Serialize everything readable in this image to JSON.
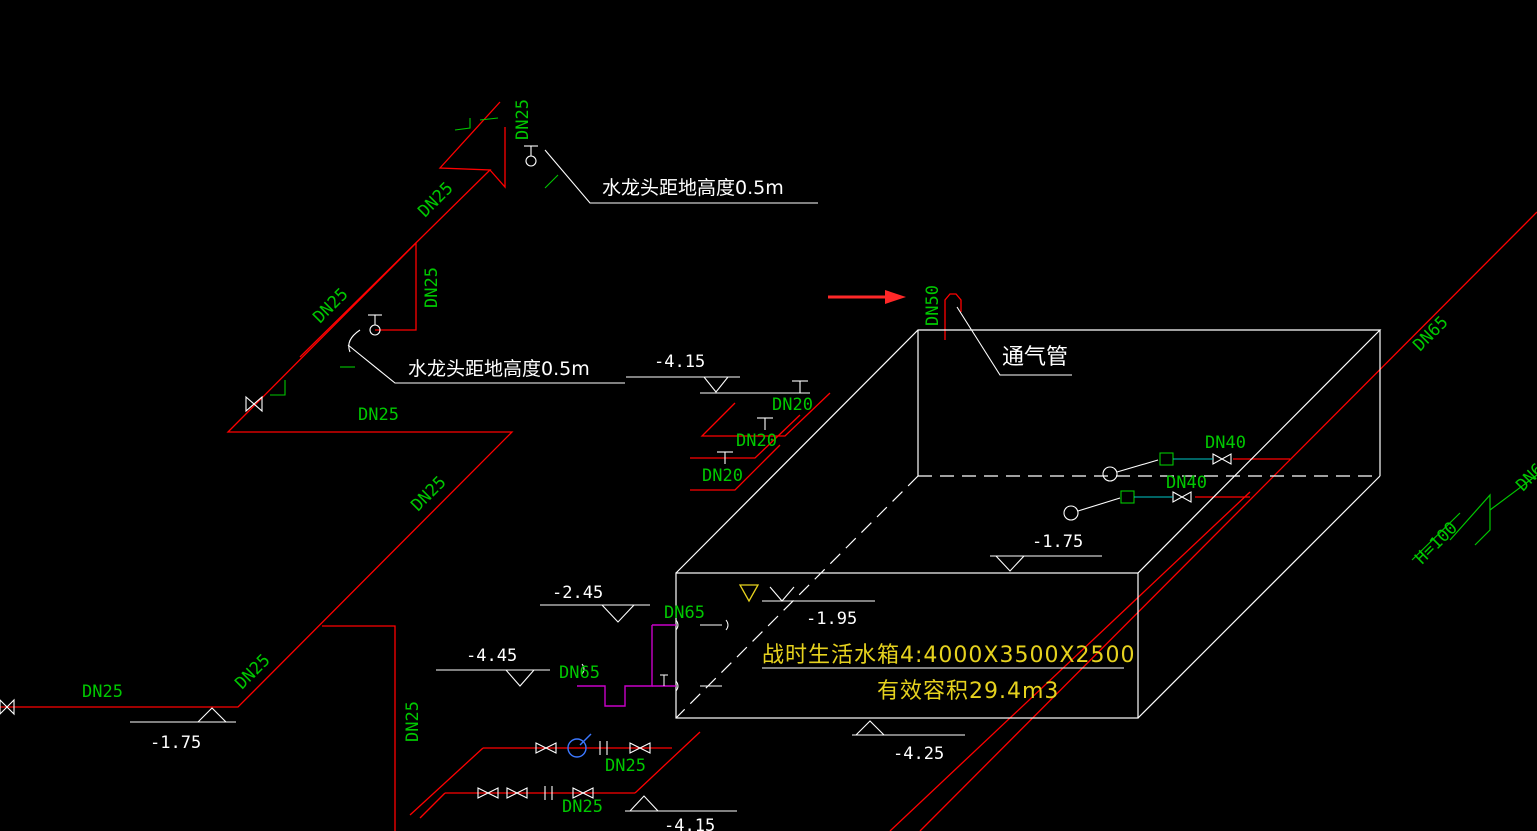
{
  "colors": {
    "background": "#000000",
    "pipe": "#ff0000",
    "box": "#ffffff",
    "label_green": "#00c800",
    "label_white": "#ffffff",
    "label_yellow": "#e6d21e",
    "drain": "#c800c8",
    "pump": "#3c78ff",
    "arrow": "#ff2828",
    "fitting": "#00c800",
    "connector": "#00c8c8"
  },
  "notes": {
    "faucet_top": "水龙头距地高度0.5m",
    "faucet_mid": "水龙头距地高度0.5m",
    "vent_pipe": "通气管"
  },
  "tank": {
    "title": "战时生活水箱4:4000X3500X2500",
    "volume": "有效容积29.4m3"
  },
  "pipes": {
    "dn25": "DN25",
    "dn20": "DN20",
    "dn40": "DN40",
    "dn50": "DN50",
    "dn65": "DN65",
    "h100": "H=100"
  },
  "elevations": {
    "e1": "-4.15",
    "e2": "-1.75",
    "e3": "-2.45",
    "e4": "-1.95",
    "e5": "-4.45",
    "e6": "-1.75",
    "e7": "-4.25",
    "e8": "-4.15"
  },
  "icons": [
    "arrow-icon",
    "valve-icon",
    "faucet-icon",
    "pump-icon",
    "level-triangle-icon"
  ]
}
